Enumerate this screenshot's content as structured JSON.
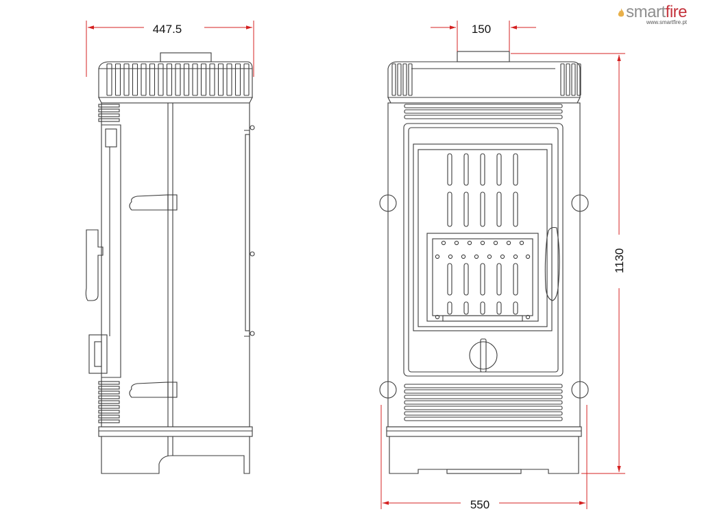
{
  "brand": {
    "name_main": "smart",
    "name_accent": "fire",
    "url": "www.smartfire.pt",
    "colors": {
      "text": "#8e8e8e",
      "accent": "#c4323b",
      "flame": "#e8b04a"
    }
  },
  "dimensions": {
    "depth": "447.5",
    "flue": "150",
    "height": "1130",
    "width": "550"
  },
  "colors": {
    "line": "#3a3a3a",
    "dimension": "#d42020",
    "text": "#111111"
  },
  "views": {
    "side": "side-view",
    "front": "front-view"
  }
}
